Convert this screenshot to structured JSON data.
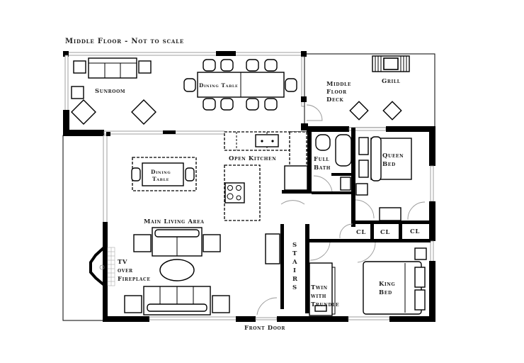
{
  "title": "Middle Floor - Not to scale",
  "rooms": {
    "sunroom": "Sunroom",
    "dining_table_large": "Dining Table",
    "middle_floor_deck": [
      "Middle",
      "Floor",
      "Deck"
    ],
    "grill": "Grill",
    "open_kitchen": "Open Kitchen",
    "dining_table_small": [
      "Dining",
      "Table"
    ],
    "main_living_area": "Main Living Area",
    "tv_over_fireplace": [
      "TV",
      "over",
      "Fireplace"
    ],
    "full_bath": [
      "Full",
      "Bath"
    ],
    "queen_bed": [
      "Queen",
      "Bed"
    ],
    "closets": [
      "CL",
      "CL",
      "CL"
    ],
    "stairs": [
      "S",
      "T",
      "A",
      "I",
      "R",
      "S"
    ],
    "twin_with_trundle": [
      "Twin",
      "with",
      "Trundle"
    ],
    "king_bed": [
      "King",
      "Bed"
    ],
    "front_door": "Front Door"
  },
  "colors": {
    "wall": "#000000",
    "background": "#ffffff",
    "label": "#222222"
  }
}
